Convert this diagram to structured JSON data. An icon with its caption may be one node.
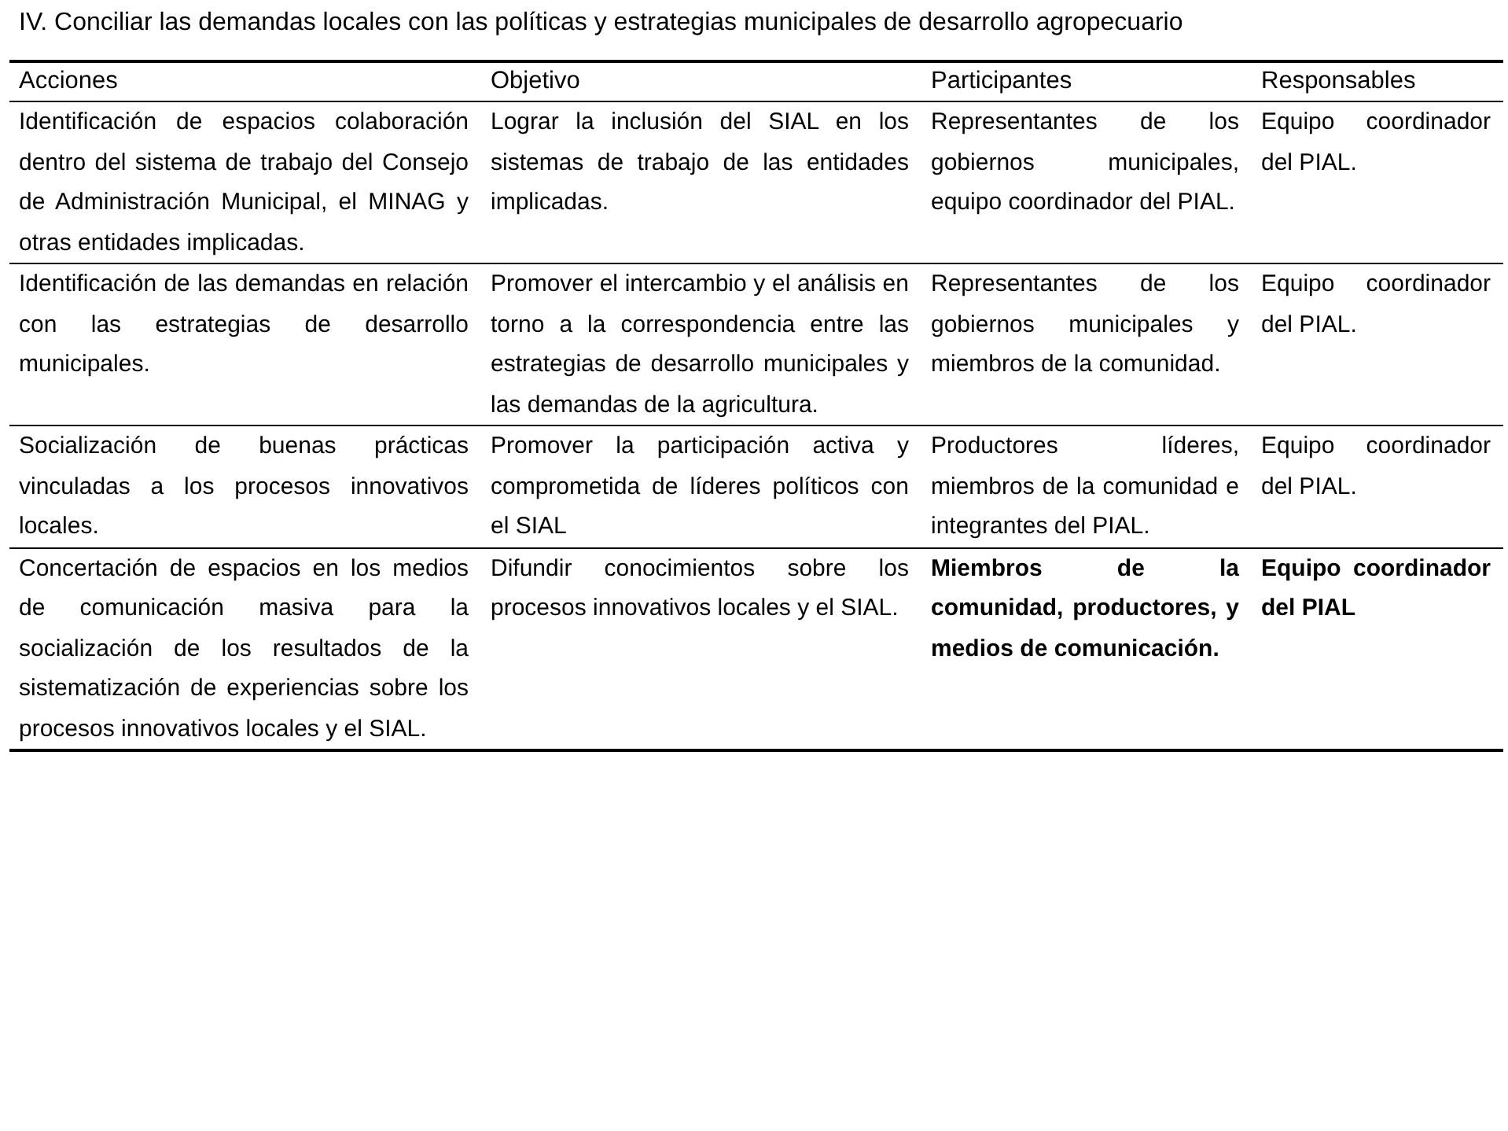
{
  "diagram": {
    "title": "IV. Conciliar las demandas locales con las políticas y estrategias municipales de desarrollo agropecuario",
    "labels": [
      "Acciones",
      "Objetivo",
      "Participantes",
      "Responsables",
      "Identificación de espacios colaboración dentro del sistema de trabajo del Consejo de Administración Municipal, el MINAG y otras entidades implicadas.",
      "Lograr la inclusión del SIAL en los sistemas de trabajo de las entidades implicadas.",
      "Representantes de los gobiernos municipales, equipo coordinador del PIAL.",
      "Equipo coordinador del PIAL.",
      "Identificación de las demandas en relación con las estrategias de desarrollo municipales.",
      "Promover el intercambio y el análisis en torno a la correspondencia entre las estrategias de desarrollo municipales y las demandas de la agricultura.",
      "Representantes de los gobiernos municipales y miembros de la comunidad.",
      "Equipo coordinador del PIAL.",
      "Socialización de buenas prácticas vinculadas a los procesos innovativos locales.",
      "Promover la participación activa y comprometida de líderes políticos con el SIAL",
      "Productores líderes, miembros de la comunidad e integrantes del PIAL.",
      "Equipo coordinador del PIAL.",
      "Concertación de espacios en los medios de comunicación masiva para la socialización de los resultados de la sistematización de experiencias sobre los procesos innovativos locales y el SIAL.",
      "Difundir conocimientos sobre los procesos innovativos locales y el SIAL.",
      "Miembros de la comunidad, productores, y medios de comunicación.",
      "Equipo coordinador del PIAL"
    ]
  }
}
